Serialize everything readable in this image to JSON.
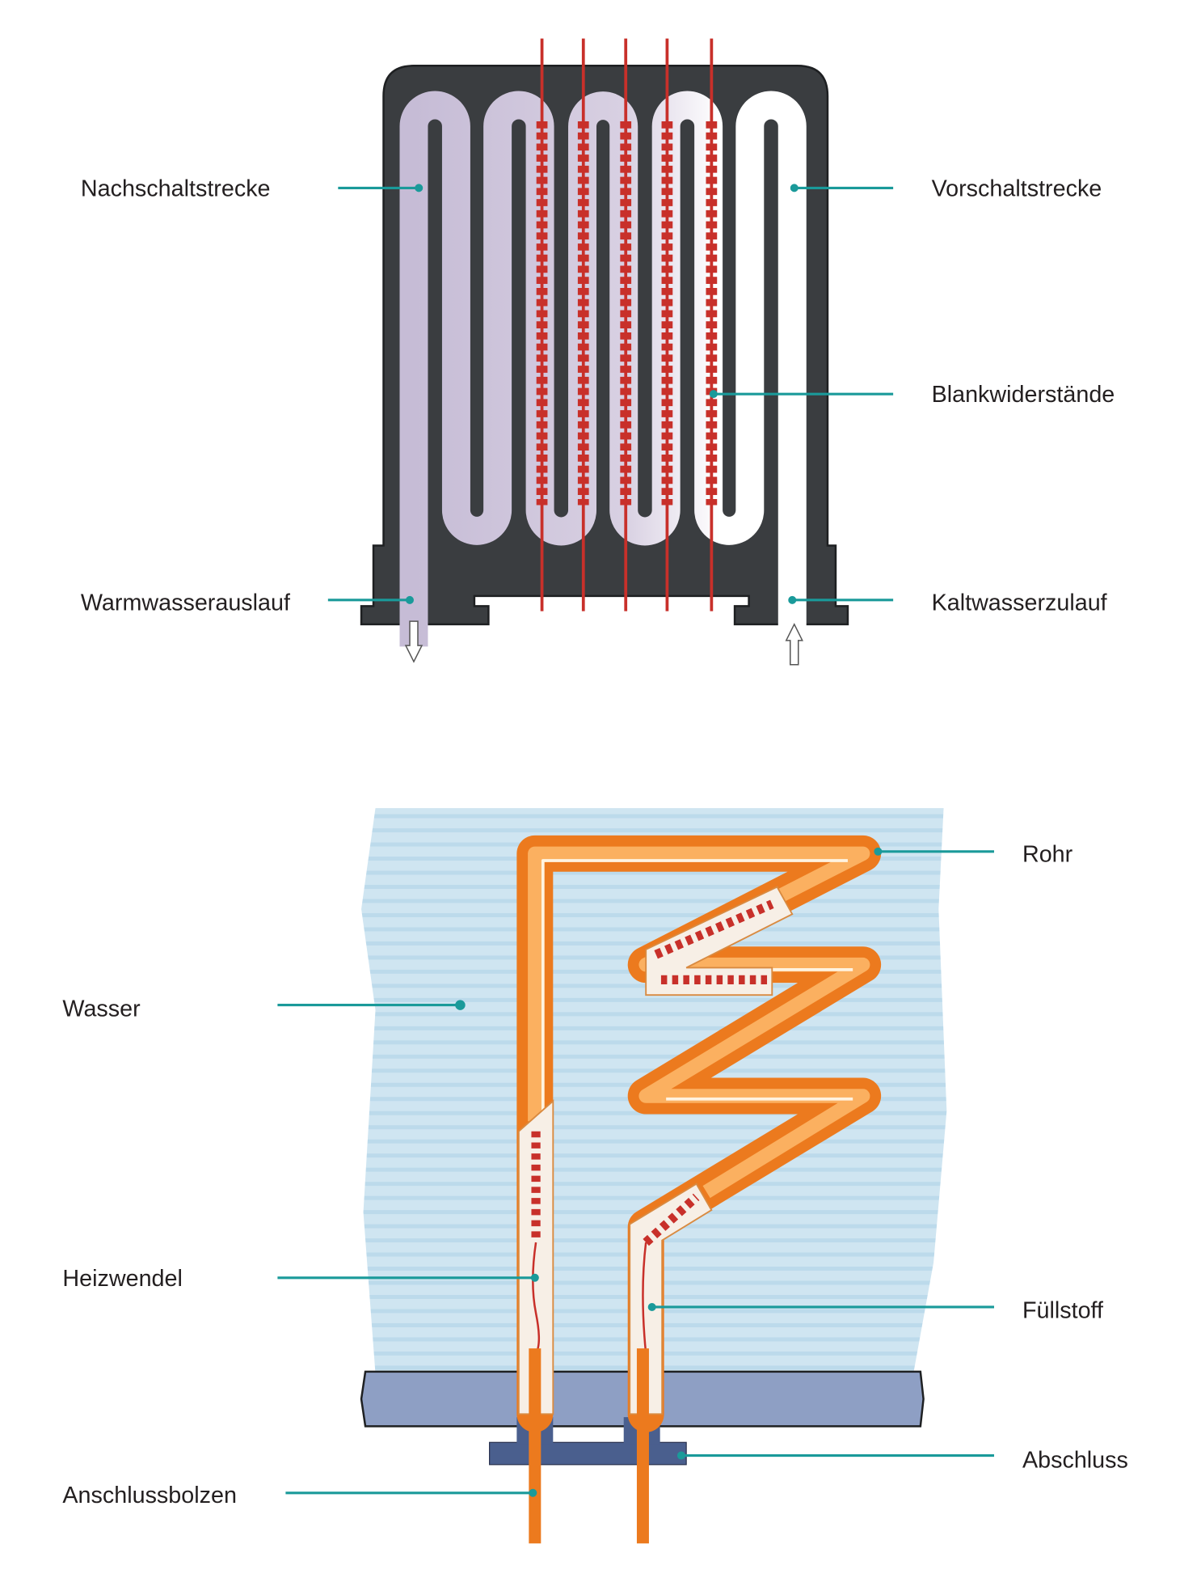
{
  "top_diagram": {
    "labels": {
      "nachschaltstrecke": "Nachschaltstrecke",
      "vorschaltstrecke": "Vorschaltstrecke",
      "blankwiderstaende": "Blankwiderstände",
      "warmwasserauslauf": "Warmwasserauslauf",
      "kaltwasserzulauf": "Kaltwasserzulauf"
    }
  },
  "bottom_diagram": {
    "labels": {
      "rohr": "Rohr",
      "wasser": "Wasser",
      "heizwendel": "Heizwendel",
      "fuellstoff": "Füllstoff",
      "abschluss": "Abschluss",
      "anschlussbolzen": "Anschlussbolzen"
    }
  },
  "colors": {
    "leader": "#1a9a9a",
    "body": "#3a3d40",
    "heater_wire": "#c8302a",
    "tube": "#f08a2a",
    "water": "#cfe6f2"
  }
}
